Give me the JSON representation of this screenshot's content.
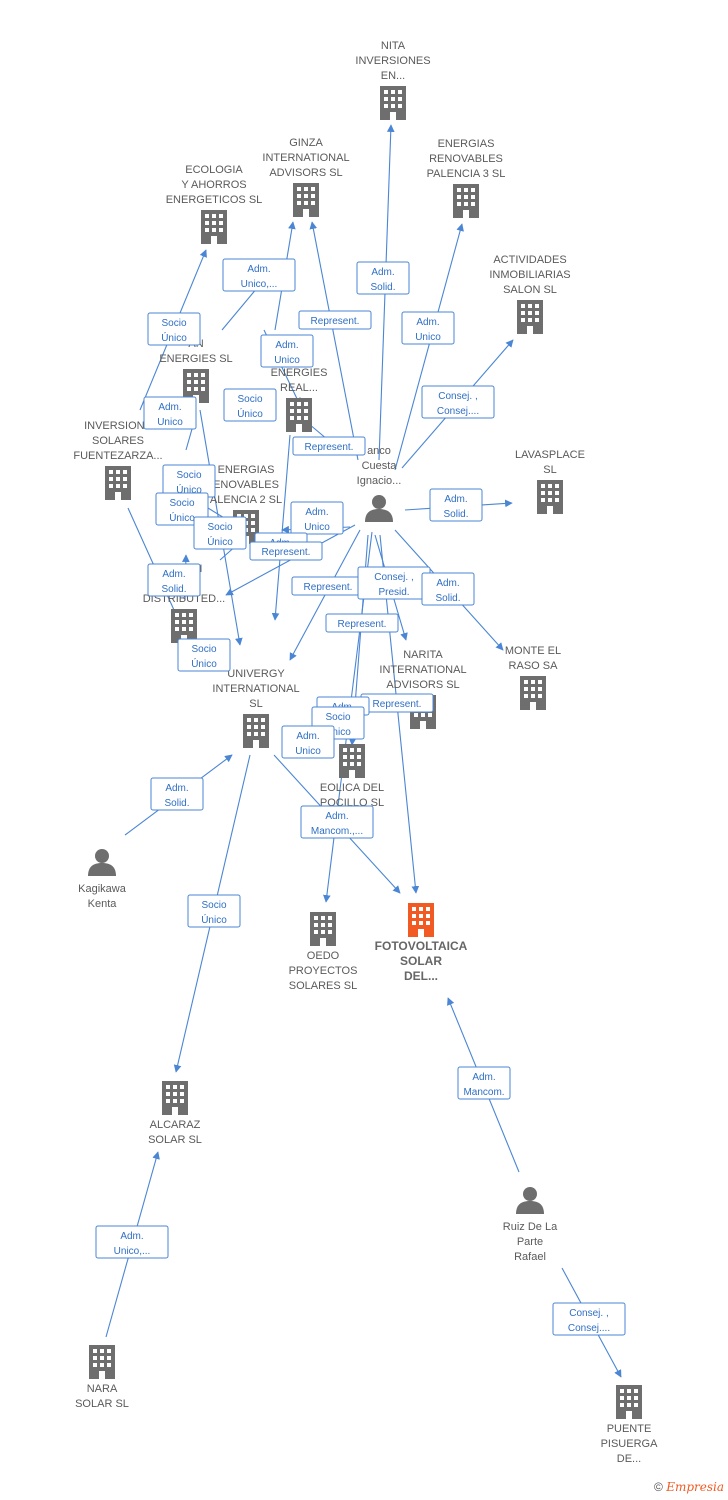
{
  "colors": {
    "edge": "#4a86d4",
    "building": "#6e6e6e",
    "focus_building": "#f15a22",
    "person": "#6e6e6e"
  },
  "nodes": [
    {
      "id": "nita",
      "type": "company",
      "lines": [
        "NITA",
        "INVERSIONES",
        "EN..."
      ]
    },
    {
      "id": "ginza",
      "type": "company",
      "lines": [
        "GINZA",
        "INTERNATIONAL",
        "ADVISORS  SL"
      ]
    },
    {
      "id": "palencia3",
      "type": "company",
      "lines": [
        "ENERGIAS",
        "RENOVABLES",
        "PALENCIA 3 SL"
      ]
    },
    {
      "id": "ecologia",
      "type": "company",
      "lines": [
        "ECOLOGIA",
        "Y AHORROS",
        "ENERGETICOS SL"
      ]
    },
    {
      "id": "actividades",
      "type": "company",
      "lines": [
        "ACTIVIDADES",
        "INMOBILIARIAS",
        "SALON SL"
      ]
    },
    {
      "id": "lan_energies",
      "type": "company",
      "lines": [
        "AN",
        "ENERGIES SL"
      ]
    },
    {
      "id": "real",
      "type": "company",
      "lines": [
        "N",
        "ENERGIES",
        "REAL..."
      ]
    },
    {
      "id": "fuentezarza",
      "type": "company",
      "lines": [
        "INVERSIONE",
        "SOLARES",
        "FUENTEZARZA..."
      ]
    },
    {
      "id": "palencia2",
      "type": "company",
      "lines": [
        "ENERGIAS",
        "ENOVABLES",
        "ALENCIA 2 SL"
      ]
    },
    {
      "id": "lavasplace",
      "type": "company",
      "lines": [
        "LAVASPLACE",
        "SL"
      ]
    },
    {
      "id": "clean",
      "type": "company",
      "lines": [
        "CLEAN",
        "ES",
        "DISTRIBUTED..."
      ]
    },
    {
      "id": "monte",
      "type": "company",
      "lines": [
        "MONTE EL",
        "RASO SA"
      ]
    },
    {
      "id": "narita",
      "type": "company",
      "lines": [
        "NARITA",
        "INTERNATIONAL",
        "ADVISORS  SL"
      ]
    },
    {
      "id": "univergy",
      "type": "company",
      "lines": [
        "UNIVERGY",
        "INTERNATIONAL",
        "SL"
      ]
    },
    {
      "id": "eolica",
      "type": "company",
      "lines": [
        "EOLICA DEL",
        "POCILLO SL"
      ]
    },
    {
      "id": "oedo",
      "type": "company",
      "lines": [
        "OEDO",
        "PROYECTOS",
        "SOLARES  SL"
      ]
    },
    {
      "id": "fotovoltaica",
      "type": "focus",
      "lines": [
        "FOTOVOLTAICA",
        "SOLAR",
        "DEL..."
      ]
    },
    {
      "id": "alcaraz",
      "type": "company",
      "lines": [
        "ALCARAZ",
        "SOLAR SL"
      ]
    },
    {
      "id": "nara",
      "type": "company",
      "lines": [
        "NARA",
        "SOLAR  SL"
      ]
    },
    {
      "id": "puente",
      "type": "company",
      "lines": [
        "PUENTE",
        "PISUERGA",
        "DE..."
      ]
    },
    {
      "id": "blanco",
      "type": "person",
      "lines": [
        "anco",
        "Cuesta",
        "Ignacio..."
      ]
    },
    {
      "id": "kagikawa",
      "type": "person",
      "lines": [
        "Kagikawa",
        "Kenta"
      ]
    },
    {
      "id": "ruiz",
      "type": "person",
      "lines": [
        "Ruiz De La",
        "Parte",
        "Rafael"
      ]
    }
  ],
  "relations": [
    {
      "lines": [
        "Adm.",
        "Solid."
      ]
    },
    {
      "lines": [
        "Adm.",
        "Unico,..."
      ]
    },
    {
      "lines": [
        "Represent."
      ]
    },
    {
      "lines": [
        "Adm.",
        "Unico"
      ]
    },
    {
      "lines": [
        "Socio",
        "Único"
      ]
    },
    {
      "lines": [
        "Adm.",
        "Unico"
      ]
    },
    {
      "lines": [
        "Consej. ,",
        "Consej...."
      ]
    },
    {
      "lines": [
        "Socio",
        "Único"
      ]
    },
    {
      "lines": [
        "Represent."
      ]
    },
    {
      "lines": [
        "Adm.",
        "Unico"
      ]
    },
    {
      "lines": [
        "Socio",
        "Único"
      ]
    },
    {
      "lines": [
        "Socio",
        "Único"
      ]
    },
    {
      "lines": [
        "Socio",
        "Único"
      ]
    },
    {
      "lines": [
        "Adm.",
        "Unico"
      ]
    },
    {
      "lines": [
        "Adm.",
        "Solid."
      ]
    },
    {
      "lines": [
        "Adm."
      ]
    },
    {
      "lines": [
        "Represent."
      ]
    },
    {
      "lines": [
        "Adm.",
        "Solid."
      ]
    },
    {
      "lines": [
        "Represent."
      ]
    },
    {
      "lines": [
        "Consej. ,",
        "Presid."
      ]
    },
    {
      "lines": [
        "Adm.",
        "Solid."
      ]
    },
    {
      "lines": [
        "Represent."
      ]
    },
    {
      "lines": [
        "Socio",
        "Único"
      ]
    },
    {
      "lines": [
        "Represent."
      ]
    },
    {
      "lines": [
        "Adm."
      ]
    },
    {
      "lines": [
        "Socio",
        "Único"
      ]
    },
    {
      "lines": [
        "Adm.",
        "Unico"
      ]
    },
    {
      "lines": [
        "Adm.",
        "Solid."
      ]
    },
    {
      "lines": [
        "Adm.",
        "Mancom.,..."
      ]
    },
    {
      "lines": [
        "Socio",
        "Único"
      ]
    },
    {
      "lines": [
        "Adm.",
        "Mancom."
      ]
    },
    {
      "lines": [
        "Adm.",
        "Unico,..."
      ]
    },
    {
      "lines": [
        "Consej. ,",
        "Consej...."
      ]
    }
  ],
  "footer": {
    "copyright_symbol": "©",
    "brand": "Empresia"
  }
}
